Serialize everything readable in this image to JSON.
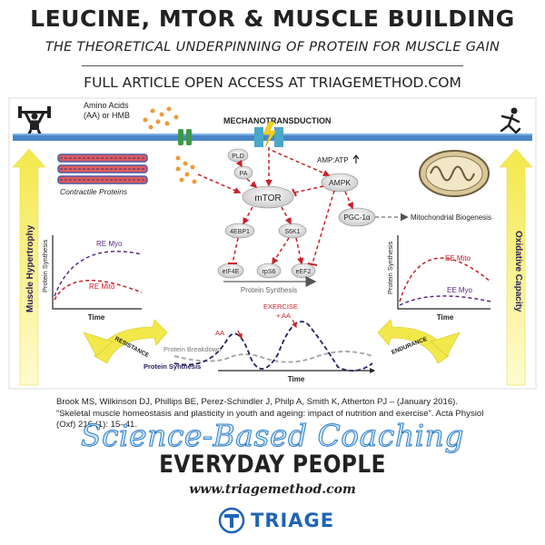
{
  "header": {
    "title": "LEUCINE, MTOR & MUSCLE BUILDING",
    "subtitle": "THE THEORETICAL UNDERPINNING OF PROTEIN FOR MUSCLE GAIN",
    "access": "FULL ARTICLE OPEN ACCESS AT TRIAGEMETHOD.COM"
  },
  "diagram": {
    "amino_acids": [
      "Amino Acids",
      "(AA) or HMB"
    ],
    "mechanotransduction": "MECHANOTRANSDUCTION",
    "contractile": "Contractile Proteins",
    "pld": "PLD",
    "pa": "PA",
    "mtor": "mTOR",
    "ampk": "AMPK",
    "amp_atp": "AMP:ATP",
    "pgc": "PGC-1α",
    "mito_bio": "Mitochondrial Biogenesis",
    "ebp": "4EBP1",
    "s6k": "S6K1",
    "eif4e": "eIF4E",
    "rps6": "rpS6",
    "eef2": "eEF2",
    "protein_synthesis_bar": "Protein Synthesis",
    "left_axis": "Muscle Hypertrophy",
    "right_axis": "Oxidative Capacity",
    "left_graph": {
      "ylabel": "Protein Synthesis",
      "xlabel": "Time",
      "myo": "RE Myo",
      "mito": "RE Mito"
    },
    "right_graph": {
      "ylabel": "Protein Synthesis",
      "xlabel": "Time",
      "mito": "EE Mito",
      "myo": "EE Myo"
    },
    "bottom_graph": {
      "aa": "AA",
      "exercise": [
        "EXERCISE",
        "+ AA"
      ],
      "breakdown": "Protein Breakdown",
      "synthesis": "Protein Synthesis",
      "xlabel": "Time"
    },
    "resistance": "RESISTANCE",
    "endurance": "ENDURANCE"
  },
  "reference": "Brook MS, Wilkinson DJ, Phillips BE, Perez-Schindler J, Philp A, Smith K, Atherton PJ – (January 2016). “Skeletal muscle homeostasis and plasticity in youth and ageing: impact of nutrition and exercise”. Acta Physiol (Oxf) 216 (1): 15–41.",
  "footer": {
    "coaching": "Science-Based Coaching",
    "everyday": "EVERYDAY PEOPLE",
    "url": "www.triagemethod.com",
    "brand": "TRIAGE"
  },
  "colors": {
    "membrane": "#4a86c8",
    "arrow_red": "#c8202a",
    "myo_purple": "#5a2a7e",
    "yellow": "#f3e84a",
    "brand_blue": "#1f64b3"
  }
}
